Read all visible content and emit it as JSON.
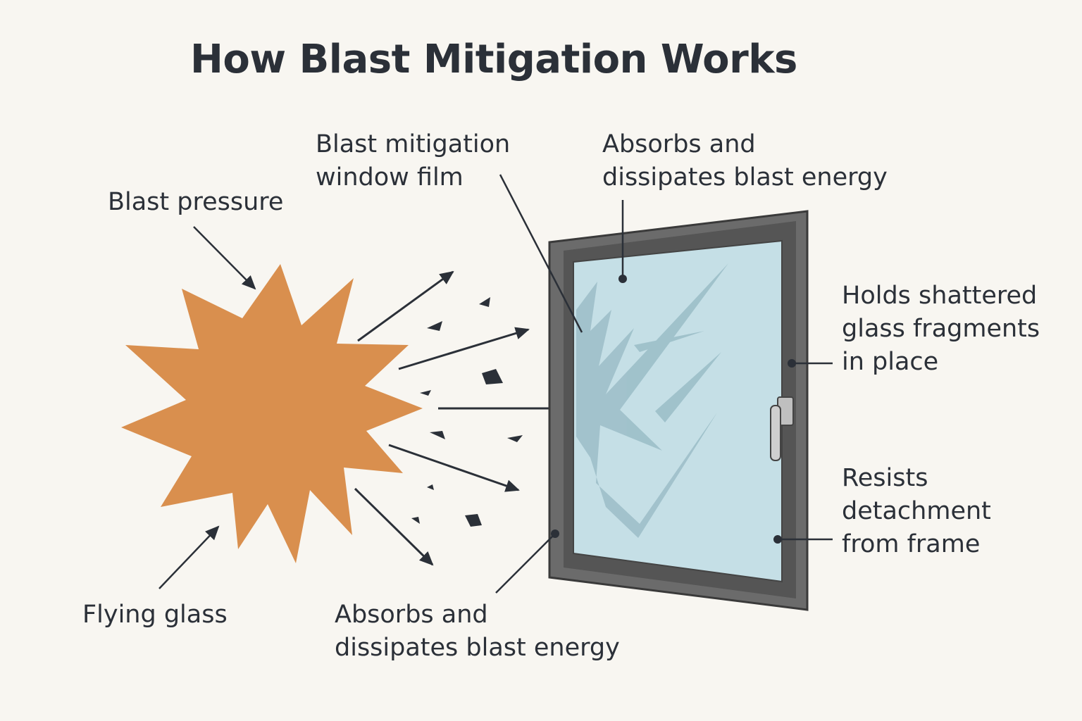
{
  "title": "How Blast Mitigation Works",
  "labels": {
    "blast_pressure": "Blast pressure",
    "window_film": [
      "Blast mitigation",
      "window film"
    ],
    "absorbs_top": [
      "Absorbs and",
      "dissipates blast energy"
    ],
    "holds_fragments": [
      "Holds shattered",
      "glass fragments",
      "in place"
    ],
    "resists_detachment": [
      "Resists",
      "detachment",
      "from frame"
    ],
    "flying_glass": "Flying glass",
    "absorbs_bottom": [
      "Absorbs and",
      "dissipates blast energy"
    ]
  },
  "colors": {
    "background": "#f8f6f1",
    "blast": "#d98f4e",
    "glass": "#c5dfe6",
    "crack": "#9dbfc9",
    "frame": "#6b6b6b",
    "ink": "#2b3038"
  },
  "icons": {
    "blast": "explosion-starburst",
    "window": "window-with-shattered-glass",
    "handle": "window-handle"
  }
}
